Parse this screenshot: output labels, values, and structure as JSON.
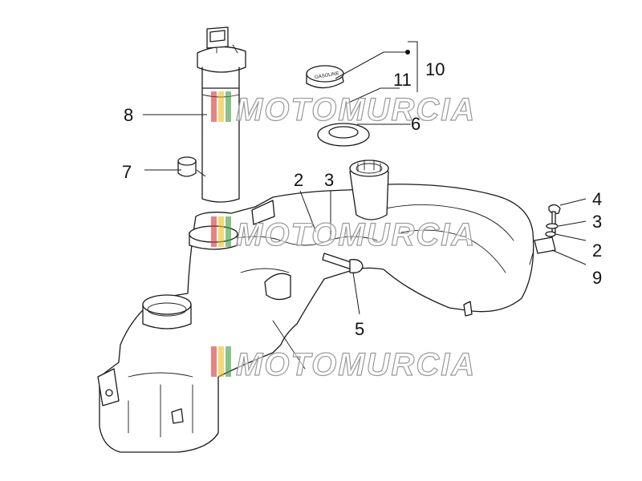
{
  "diagram": {
    "callouts": {
      "c1": "10",
      "c2": "11",
      "c3": "6",
      "c4": "8",
      "c5": "7",
      "c6": "2",
      "c7": "3",
      "c8": "5",
      "c9": "4",
      "c10": "3",
      "c11": "2",
      "c12": "9"
    },
    "cap_label": "GASOLINE",
    "watermark": {
      "text": "MOTOMURCIA",
      "stripe_colors": [
        "#d93030",
        "#e8c020",
        "#3a9a3a"
      ]
    }
  }
}
